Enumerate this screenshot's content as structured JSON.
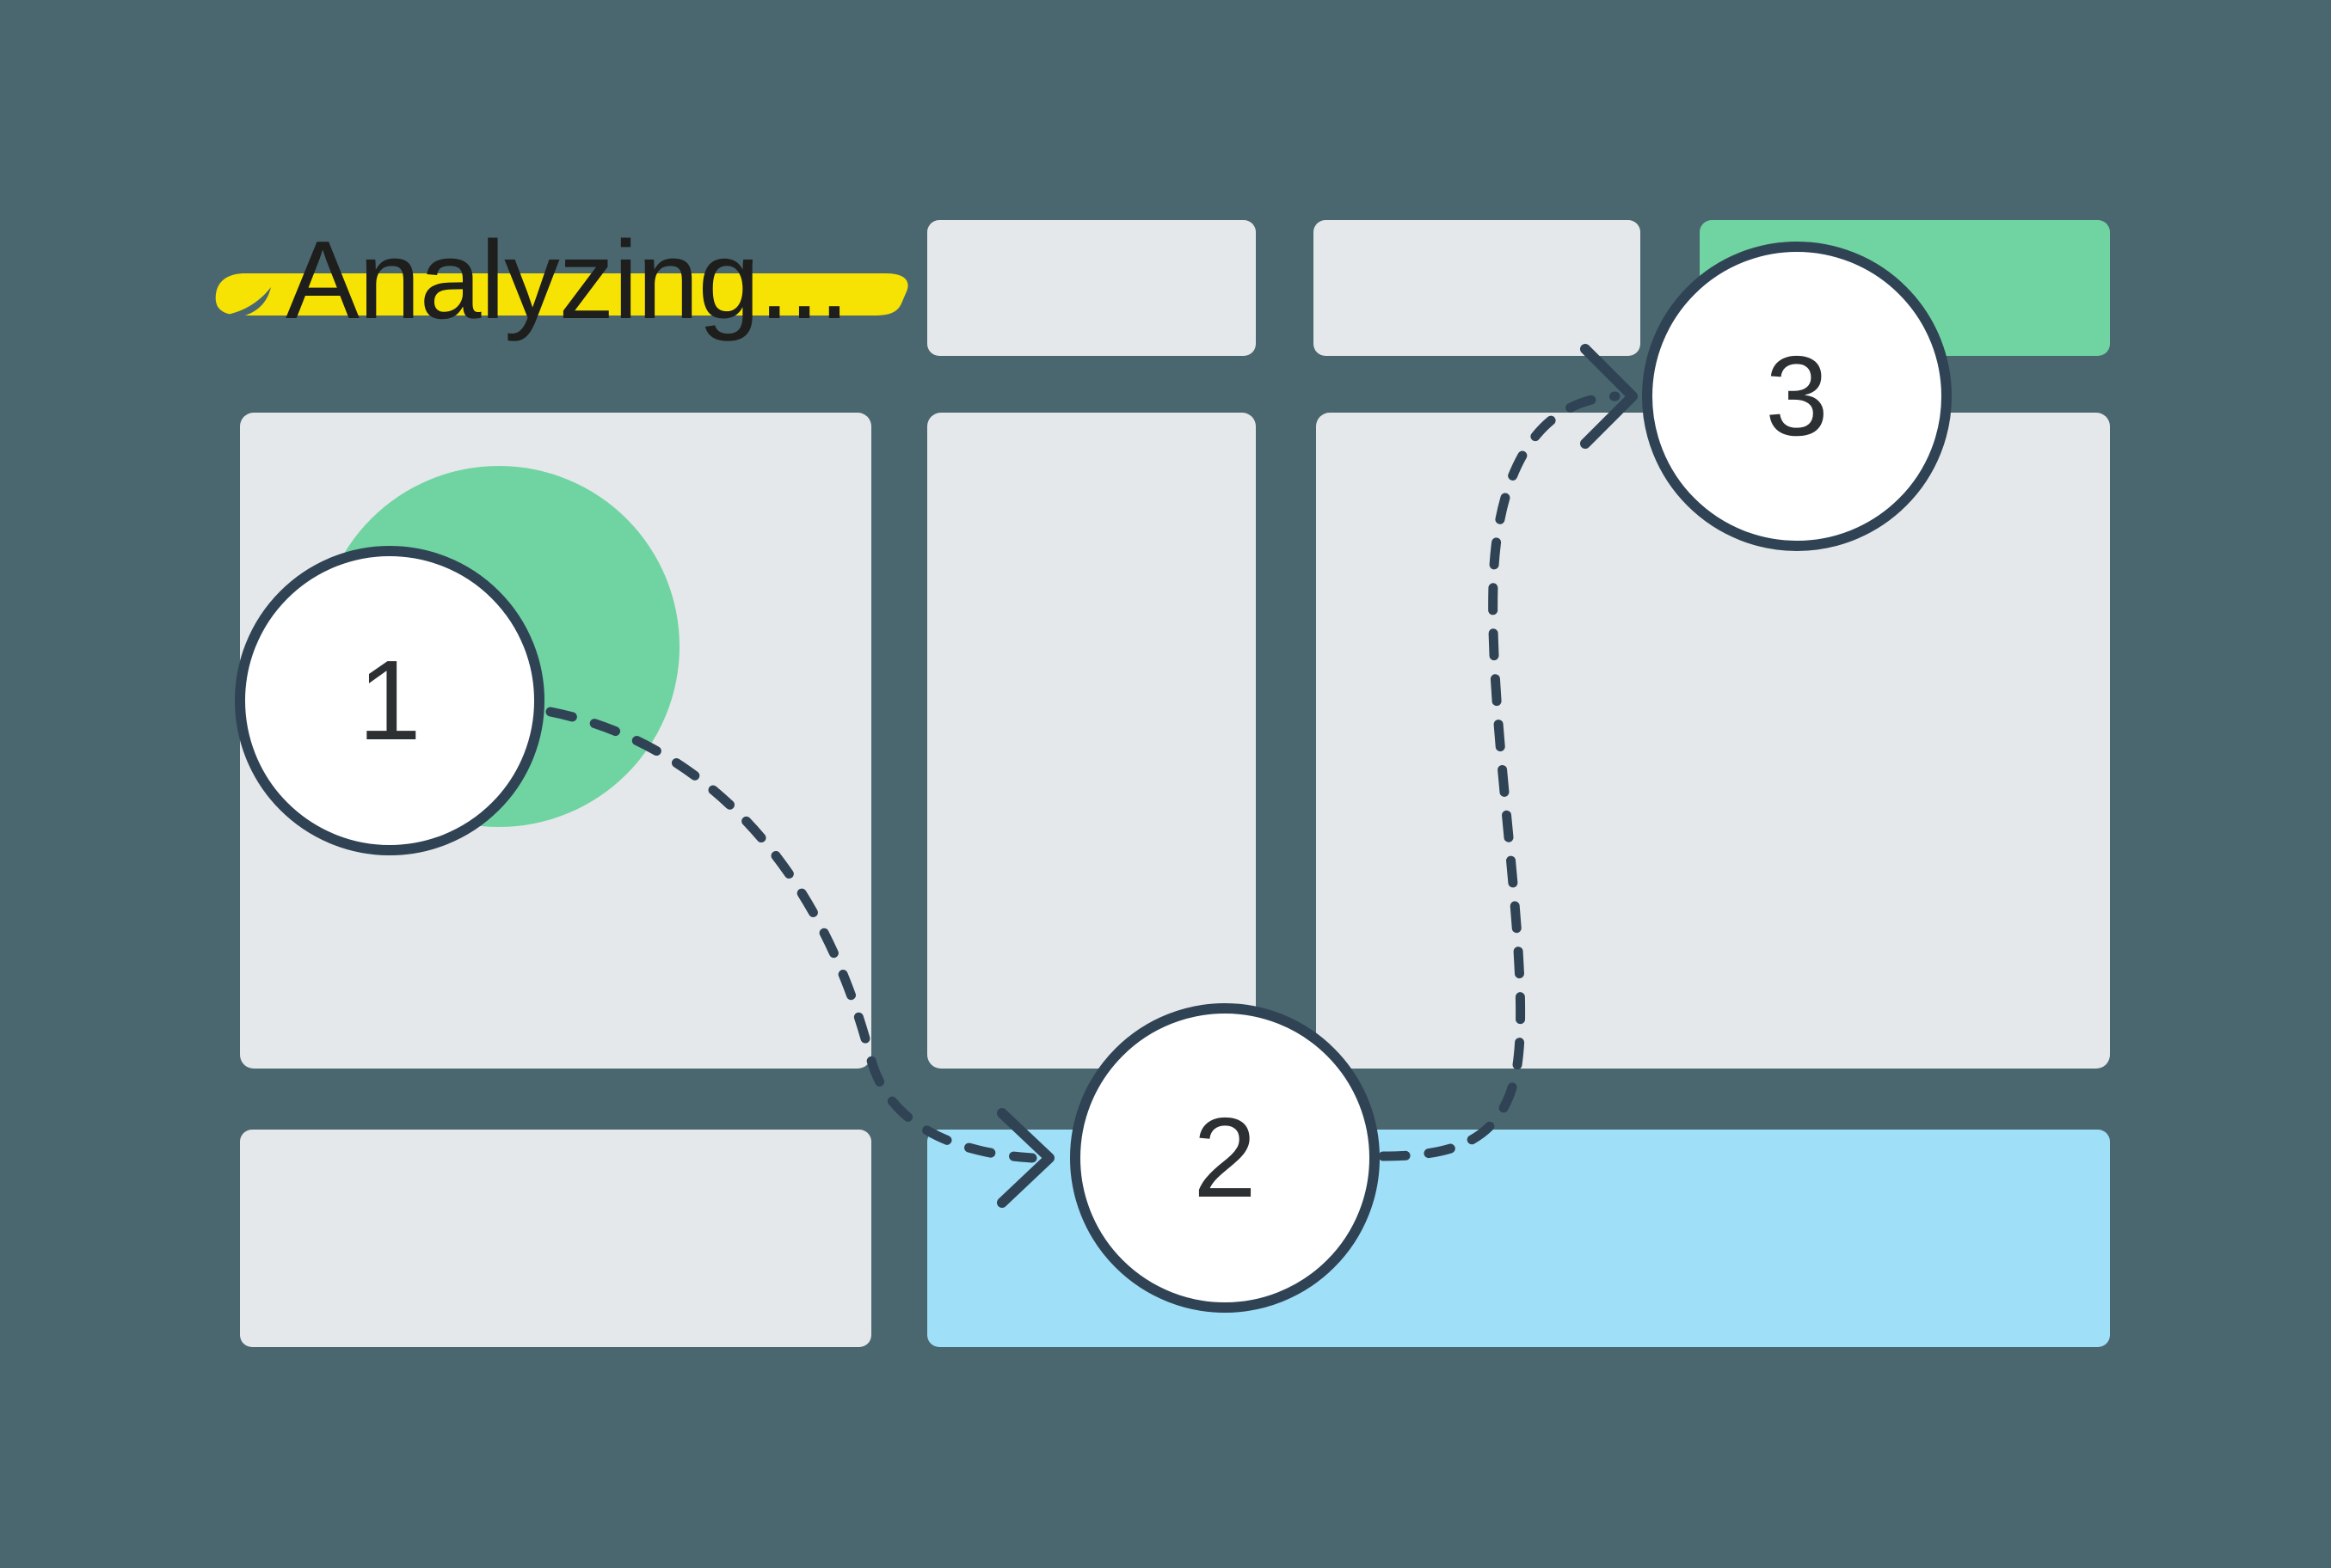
{
  "illustration": {
    "headline": {
      "text": "Analyzing..."
    },
    "steps": [
      {
        "id": 1,
        "label": "1"
      },
      {
        "id": 2,
        "label": "2"
      },
      {
        "id": 3,
        "label": "3"
      }
    ],
    "arrows": [
      {
        "from": "step-1",
        "to": "step-2",
        "style": "dashed"
      },
      {
        "from": "step-2",
        "to": "step-3",
        "style": "dashed"
      }
    ]
  },
  "colors": {
    "background": "#4A6770",
    "card": "#E5E8EA",
    "green": "#70D4A2",
    "blue": "#9FDFF8",
    "navy": "#2F4355",
    "yellow": "#F7E303",
    "headline": "#1E1E1C",
    "digit": "#2D3033",
    "white": "#FFFFFF"
  }
}
